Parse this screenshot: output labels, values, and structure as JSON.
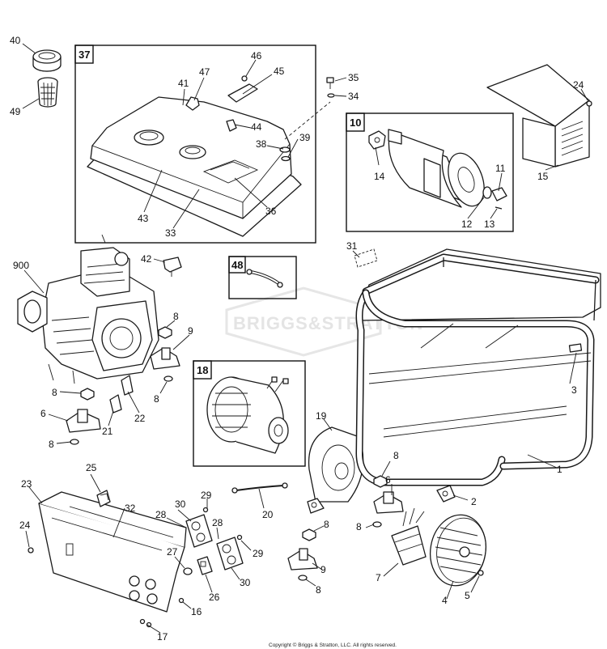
{
  "watermark": "BRIGGS&STRATTON",
  "copyright": "Copyright © Briggs & Stratton, LLC. All rights reserved.",
  "callouts": {
    "c40": "40",
    "c49": "49",
    "c37": "37",
    "c41": "41",
    "c47": "47",
    "c46": "46",
    "c45": "45",
    "c44": "44",
    "c38": "38",
    "c39": "39",
    "c43": "43",
    "c33": "33",
    "c36": "36",
    "c35": "35",
    "c34": "34",
    "c10": "10",
    "c14": "14",
    "c11": "11",
    "c12": "12",
    "c13": "13",
    "c24a": "24",
    "c15": "15",
    "c900": "900",
    "c42": "42",
    "c48": "48",
    "c31": "31",
    "c8a": "8",
    "c9a": "9",
    "c8b": "8",
    "c3": "3",
    "c18": "18",
    "c6a": "6",
    "c21": "21",
    "c22": "22",
    "c8c": "8",
    "c19": "19",
    "c1": "1",
    "c8d": "8",
    "c6b": "6",
    "c2": "2",
    "c25": "25",
    "c23": "23",
    "c32": "32",
    "c30a": "30",
    "c29a": "29",
    "c28a": "28",
    "c20": "20",
    "c8e": "8",
    "c24b": "24",
    "c28b": "28",
    "c27": "27",
    "c29b": "29",
    "c9b": "9",
    "c8f": "8",
    "c7": "7",
    "c26": "26",
    "c30b": "30",
    "c8g": "8",
    "c4": "4",
    "c5": "5",
    "c16": "16",
    "c17": "17"
  }
}
